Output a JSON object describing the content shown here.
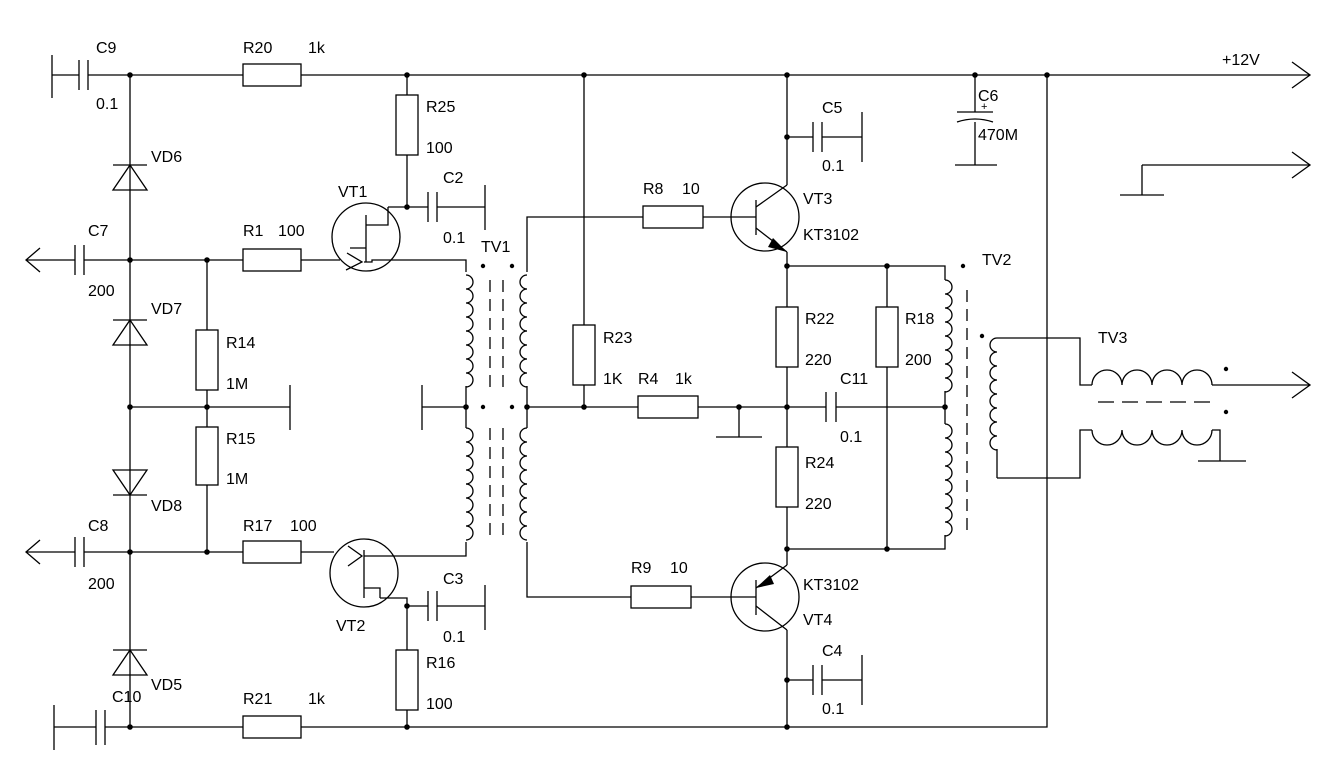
{
  "labels": {
    "c9": "C9",
    "c9_val": "0.1",
    "r20": "R20",
    "r20_val": "1k",
    "r25": "R25",
    "r25_val": "100",
    "vd6": "VD6",
    "c7": "C7",
    "c7_val": "200",
    "r1": "R1",
    "r1_val": "100",
    "vt1": "VT1",
    "c2": "C2",
    "c2_val": "0.1",
    "tv1": "TV1",
    "vd7": "VD7",
    "r14": "R14",
    "r14_val": "1M",
    "r15": "R15",
    "r15_val": "1M",
    "vd8": "VD8",
    "c8": "C8",
    "c8_val": "200",
    "r17": "R17",
    "r17_val": "100",
    "vt2": "VT2",
    "c3": "C3",
    "c3_val": "0.1",
    "r16": "R16",
    "r16_val": "100",
    "vd5": "VD5",
    "c10": "C10",
    "r21": "R21",
    "r21_val": "1k",
    "r23": "R23",
    "r23_val": "1K",
    "r4": "R4",
    "r4_val": "1k",
    "r8": "R8",
    "r8_val": "10",
    "vt3": "VT3",
    "vt3_type": "KT3102",
    "c5": "C5",
    "c5_val": "0.1",
    "c6": "C6",
    "c6_val": "470M",
    "c6_plus": "+",
    "r22": "R22",
    "r22_val": "220",
    "r18": "R18",
    "r18_val": "200",
    "c11": "C11",
    "c11_val": "0.1",
    "r24": "R24",
    "r24_val": "220",
    "tv2": "TV2",
    "tv3": "TV3",
    "r9": "R9",
    "r9_val": "10",
    "vt4": "VT4",
    "vt4_type": "KT3102",
    "c4": "C4",
    "c4_val": "0.1",
    "supply": "+12V"
  }
}
